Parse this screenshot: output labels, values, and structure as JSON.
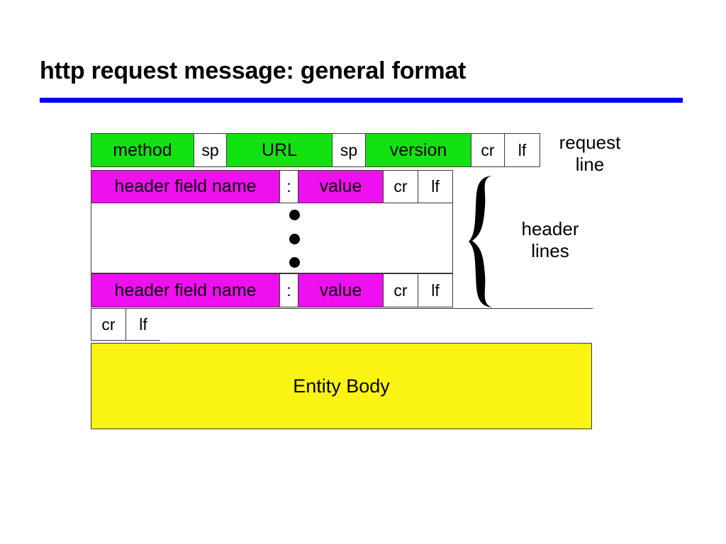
{
  "slide": {
    "title": "http request message: general format",
    "rule_color": "#0000ff"
  },
  "colors": {
    "green": "#12e212",
    "magenta": "#ee10ee",
    "yellow": "#fbf312",
    "white": "#ffffff",
    "border": "#3a3a3a",
    "text": "#000000",
    "accent_rule": "#0000ff"
  },
  "diagram": {
    "request_line": {
      "label": "request line",
      "cells": [
        {
          "text": "method",
          "fill": "green"
        },
        {
          "text": "sp",
          "fill": "white"
        },
        {
          "text": "URL",
          "fill": "green"
        },
        {
          "text": "sp",
          "fill": "white"
        },
        {
          "text": "version",
          "fill": "green"
        },
        {
          "text": "cr",
          "fill": "white"
        },
        {
          "text": "lf",
          "fill": "white"
        }
      ]
    },
    "header_lines": {
      "label": "header lines",
      "first_row": [
        {
          "text": "header field name",
          "fill": "magenta"
        },
        {
          "text": ":",
          "fill": "white"
        },
        {
          "text": "value",
          "fill": "magenta"
        },
        {
          "text": "cr",
          "fill": "white"
        },
        {
          "text": "lf",
          "fill": "white"
        }
      ],
      "ellipsis": "vertical-three-dots",
      "last_row": [
        {
          "text": "header field name",
          "fill": "magenta"
        },
        {
          "text": ":",
          "fill": "white"
        },
        {
          "text": "value",
          "fill": "magenta"
        },
        {
          "text": "cr",
          "fill": "white"
        },
        {
          "text": "lf",
          "fill": "white"
        }
      ]
    },
    "blank_line": {
      "cells": [
        {
          "text": "cr",
          "fill": "white"
        },
        {
          "text": "lf",
          "fill": "white"
        }
      ]
    },
    "entity_body": {
      "text": "Entity Body",
      "fill": "yellow"
    }
  }
}
